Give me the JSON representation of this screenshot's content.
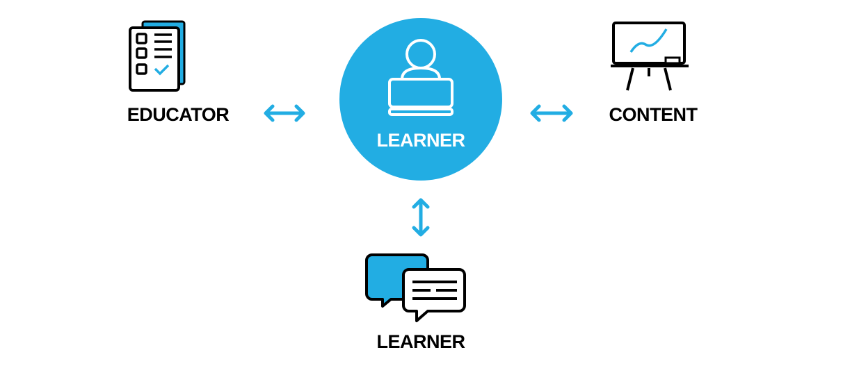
{
  "nodes": {
    "center": "LEARNER",
    "left": "EDUCATOR",
    "right": "CONTENT",
    "bottom": "LEARNER"
  },
  "icons": {
    "center": "learner-laptop-icon",
    "left": "checklist-icon",
    "right": "whiteboard-icon",
    "bottom": "chat-bubbles-icon"
  },
  "colors": {
    "accent": "#22ade3",
    "ink": "#000000"
  }
}
